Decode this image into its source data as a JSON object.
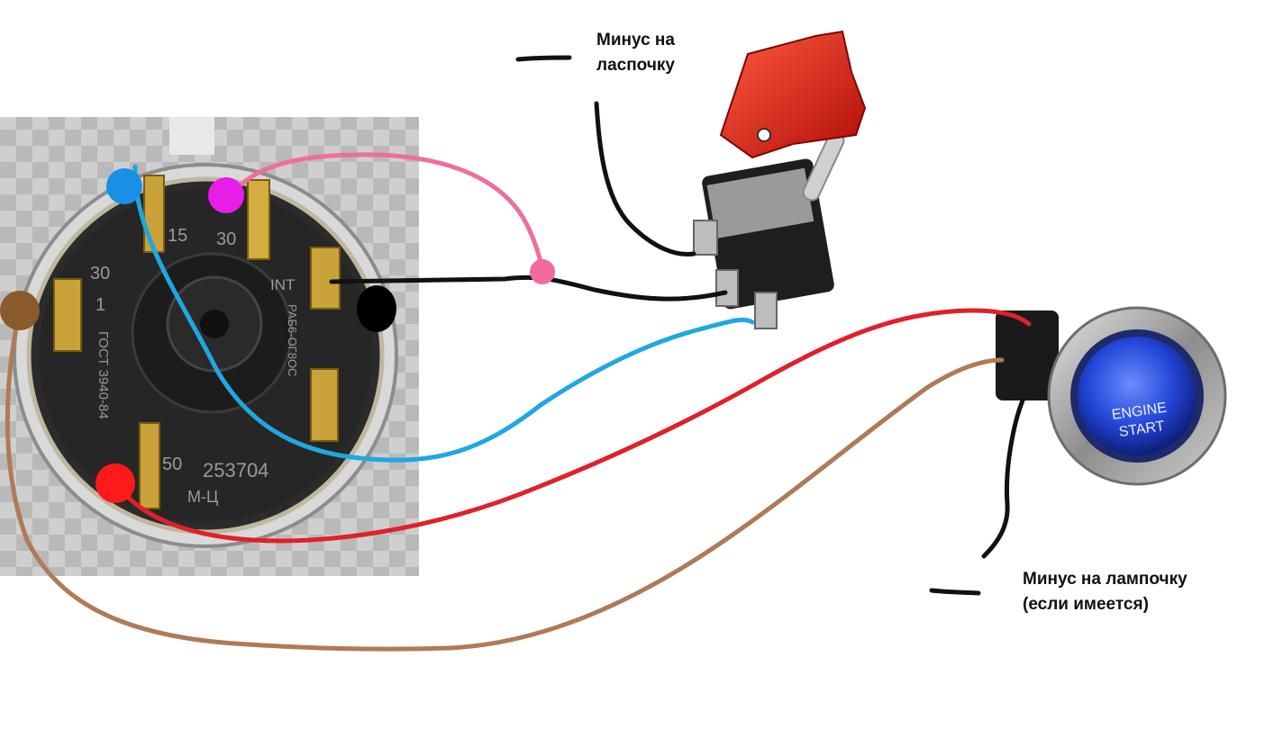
{
  "annotations": {
    "top_minus_line1": "Минус на",
    "top_minus_line2": "ласпочку",
    "bottom_minus_line1": "Минус на лампочку",
    "bottom_minus_line2": "(если имеется)"
  },
  "ignition_switch": {
    "terminal_15": "15",
    "terminal_30": "30",
    "terminal_30_1_top": "30",
    "terminal_30_1_bottom": "1",
    "terminal_int": "INT",
    "terminal_50": "50",
    "part_number": "253704",
    "standard_text": "ГОСТ 3940-84",
    "side_text": "РАБ6-ОГ8ОС",
    "marking": "М-Ц"
  },
  "start_button": {
    "line1": "ENGINE",
    "line2": "START"
  },
  "colors": {
    "wire_pink": "#ee6e9e",
    "wire_black": "#111111",
    "wire_blue": "#1ea8e0",
    "wire_red": "#e0202a",
    "wire_brown": "#b07a58",
    "dot_blue": "#1a8fe8",
    "dot_magenta": "#e81de8",
    "dot_pink": "#f06a9e",
    "dot_black": "#000000",
    "dot_red": "#ff1a1a",
    "dot_brown": "#8b5a2b",
    "button_blue": "#2346d8",
    "toggle_cover": "#e8201a"
  }
}
